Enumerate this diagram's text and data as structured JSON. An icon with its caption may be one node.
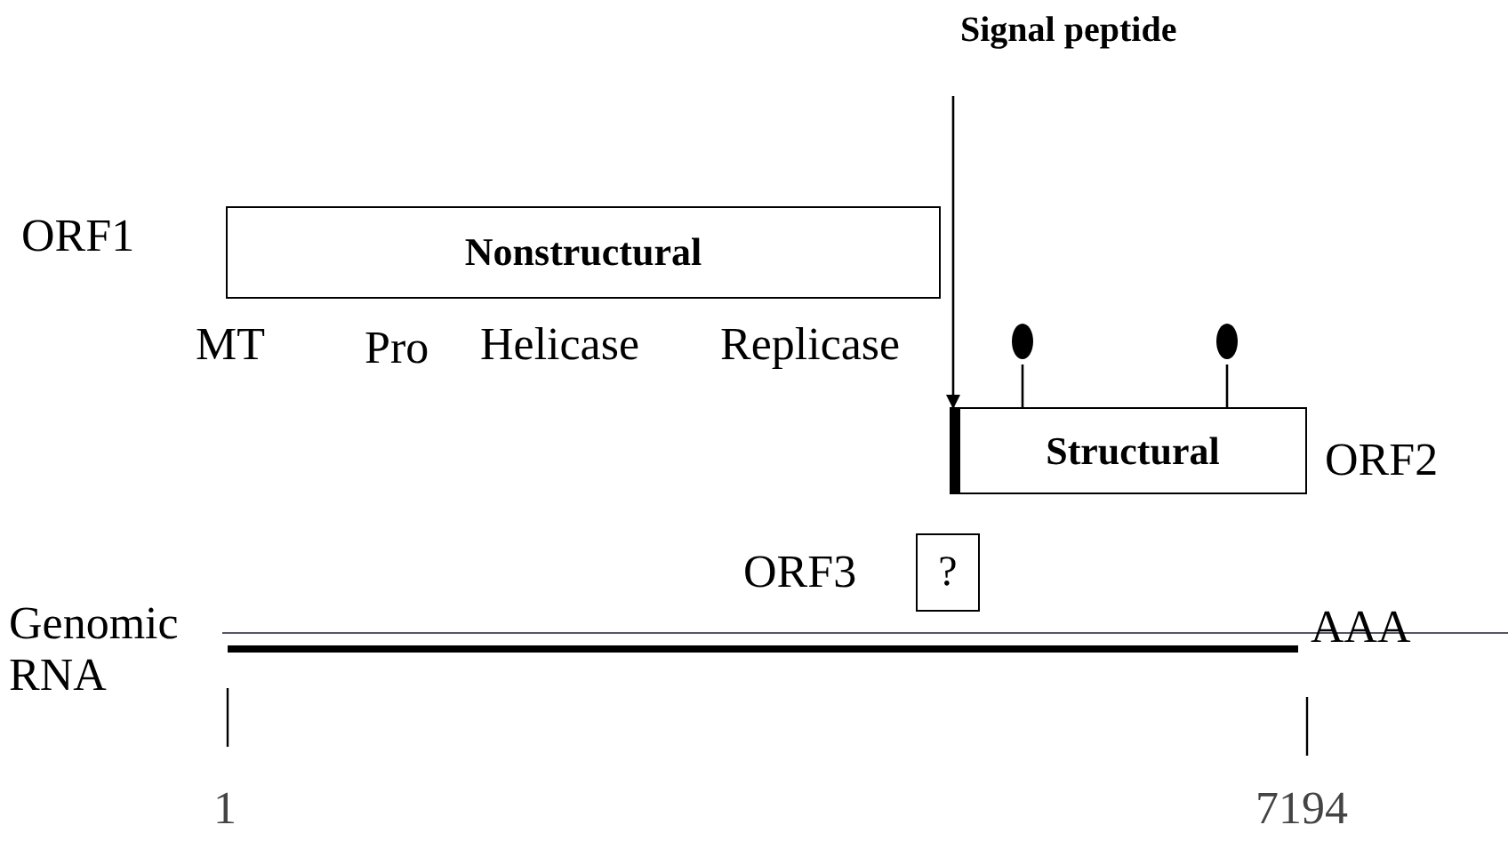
{
  "diagram": {
    "nodes": [
      {
        "text": [
          "Signal peptide"
        ]
      },
      {
        "text": [
          "Nonstructural"
        ],
        "beside": [
          "ORF1"
        ]
      },
      {
        "text": [
          "Structural"
        ],
        "beside": [
          "ORF2"
        ]
      },
      {
        "text": [
          "?"
        ],
        "beside": [
          "ORF3"
        ]
      }
    ],
    "edges": [
      {
        "from": 0,
        "to": 2,
        "arrow": "to"
      }
    ],
    "labels": [
      "MT",
      "Pro",
      "Helicase",
      "Replicase",
      "Genomic RNA",
      "AAA",
      "1",
      "7194"
    ]
  }
}
